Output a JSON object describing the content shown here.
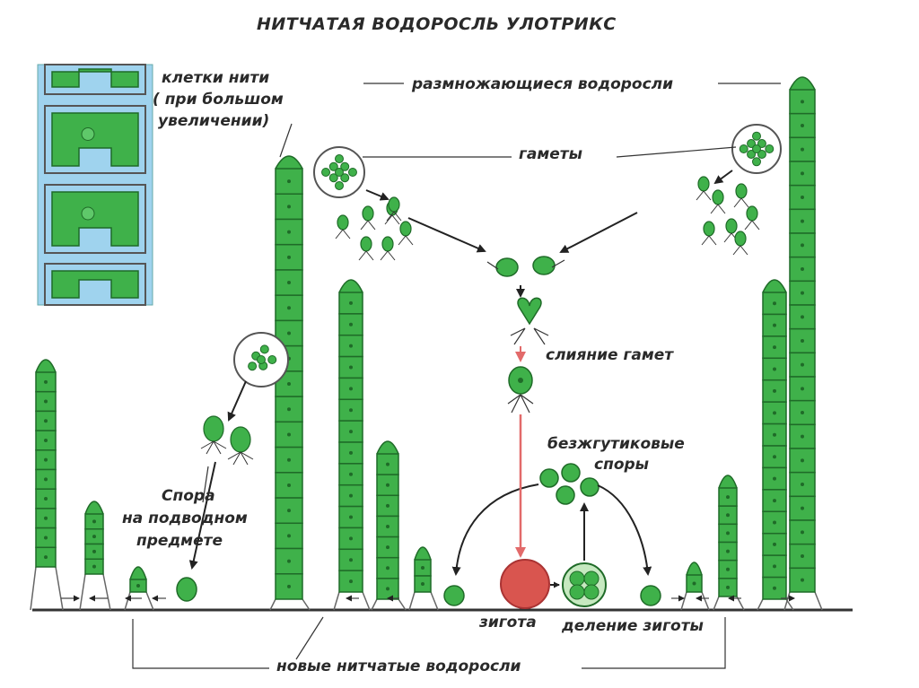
{
  "title": "НИТЧАТАЯ ВОДОРОСЛЬ УЛОТРИКС",
  "labels": {
    "cells_line1": "клетки нити",
    "cells_line2": "( при большом",
    "cells_line3": "увеличении)",
    "reproducing": "размножающиеся водоросли",
    "gametes": "гаметы",
    "gamete_fusion": "слияние гамет",
    "flagellaless_line1": "безжгутиковые",
    "flagellaless_line2": "споры",
    "spore_line1": "Спора",
    "spore_line2": "на подводном",
    "spore_line3": "предмете",
    "zygote": "зигота",
    "zygote_division": "деление зиготы",
    "new_algae": "новые нитчатые водоросли"
  },
  "colors": {
    "cell_green": "#3fb14a",
    "cell_dark": "#1f6b28",
    "wall": "#8a8a8a",
    "water_blue": "#9fd3ee",
    "zygote_red": "#d9554f",
    "arrow_red": "#e26a6a",
    "ground": "#333333"
  }
}
